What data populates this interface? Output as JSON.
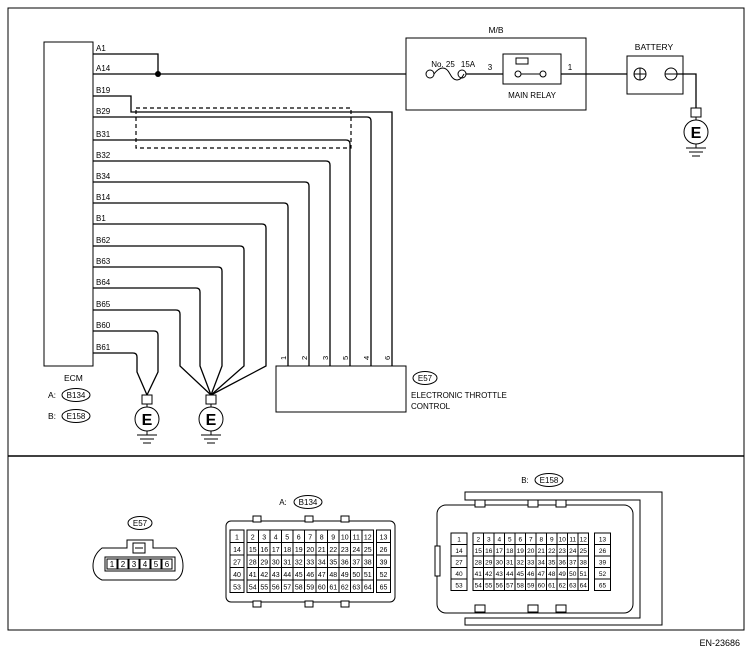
{
  "ecm": {
    "title": "ECM",
    "connector_a_prefix": "A:",
    "connector_a": "B134",
    "connector_b_prefix": "B:",
    "connector_b": "E158",
    "pins": [
      "A1",
      "A14",
      "B19",
      "B29",
      "B31",
      "B32",
      "B34",
      "B14",
      "B1",
      "B62",
      "B63",
      "B64",
      "B65",
      "B60",
      "B61"
    ]
  },
  "mb": {
    "title": "M/B",
    "fuse_no": "No. 25",
    "fuse_rating": "15A",
    "relay_label": "MAIN RELAY",
    "relay_pin_left": "3",
    "relay_pin_right": "1"
  },
  "battery": {
    "title": "BATTERY"
  },
  "ground_symbol": "E",
  "throttle": {
    "connector": "E57",
    "name_line1": "ELECTRONIC THROTTLE",
    "name_line2": "CONTROL",
    "pins": [
      "1",
      "2",
      "3",
      "5",
      "4",
      "6"
    ]
  },
  "connectors": {
    "e57": {
      "label": "E57",
      "pins": [
        "1",
        "2",
        "3",
        "4",
        "5",
        "6"
      ]
    },
    "b134": {
      "prefix": "A:",
      "label": "B134",
      "rows": [
        [
          "2",
          "3",
          "4",
          "5",
          "6",
          "7",
          "8",
          "9",
          "10",
          "11",
          "12"
        ],
        [
          "15",
          "16",
          "17",
          "18",
          "19",
          "20",
          "21",
          "22",
          "23",
          "24",
          "25"
        ],
        [
          "28",
          "29",
          "30",
          "31",
          "32",
          "33",
          "34",
          "35",
          "36",
          "37",
          "38"
        ],
        [
          "41",
          "42",
          "43",
          "44",
          "45",
          "46",
          "47",
          "48",
          "49",
          "50",
          "51"
        ],
        [
          "54",
          "55",
          "56",
          "57",
          "58",
          "59",
          "60",
          "61",
          "62",
          "63",
          "64"
        ]
      ],
      "left": [
        "1",
        "14",
        "27",
        "40",
        "53"
      ],
      "right": [
        "13",
        "26",
        "39",
        "52",
        "65"
      ]
    },
    "e158": {
      "prefix": "B:",
      "label": "E158",
      "rows": [
        [
          "2",
          "3",
          "4",
          "5",
          "6",
          "7",
          "8",
          "9",
          "10",
          "11",
          "12"
        ],
        [
          "15",
          "16",
          "17",
          "18",
          "19",
          "20",
          "21",
          "22",
          "23",
          "24",
          "25"
        ],
        [
          "28",
          "29",
          "30",
          "31",
          "32",
          "33",
          "34",
          "35",
          "36",
          "37",
          "38"
        ],
        [
          "41",
          "42",
          "43",
          "44",
          "45",
          "46",
          "47",
          "48",
          "49",
          "50",
          "51"
        ],
        [
          "54",
          "55",
          "56",
          "57",
          "58",
          "59",
          "60",
          "61",
          "62",
          "63",
          "64"
        ]
      ],
      "left": [
        "1",
        "14",
        "27",
        "40",
        "53"
      ],
      "right": [
        "13",
        "26",
        "39",
        "52",
        "65"
      ]
    }
  },
  "figure_code": "EN-23686"
}
